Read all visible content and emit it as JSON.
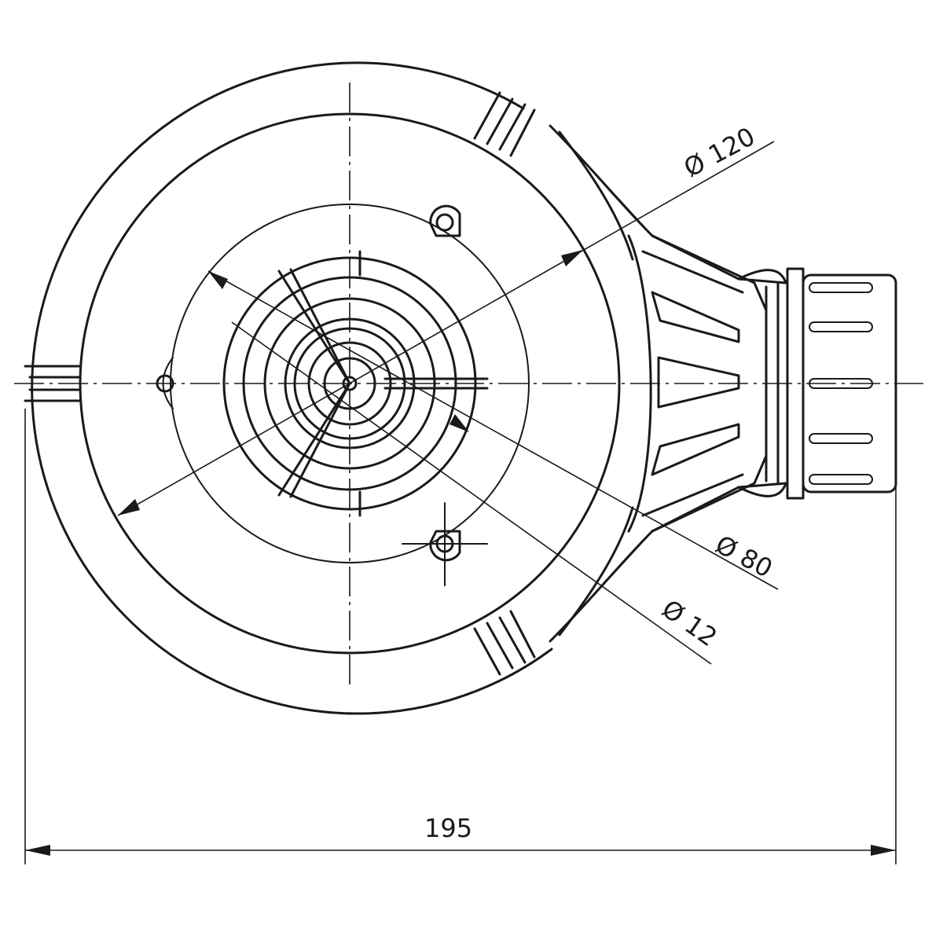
{
  "dimensions": {
    "overall_width": "195",
    "diameter_120": "Ø 120",
    "diameter_80": "Ø 80",
    "diameter_12": "Ø 12"
  },
  "colors": {
    "line": "#1a1a1a",
    "background": "#ffffff"
  }
}
